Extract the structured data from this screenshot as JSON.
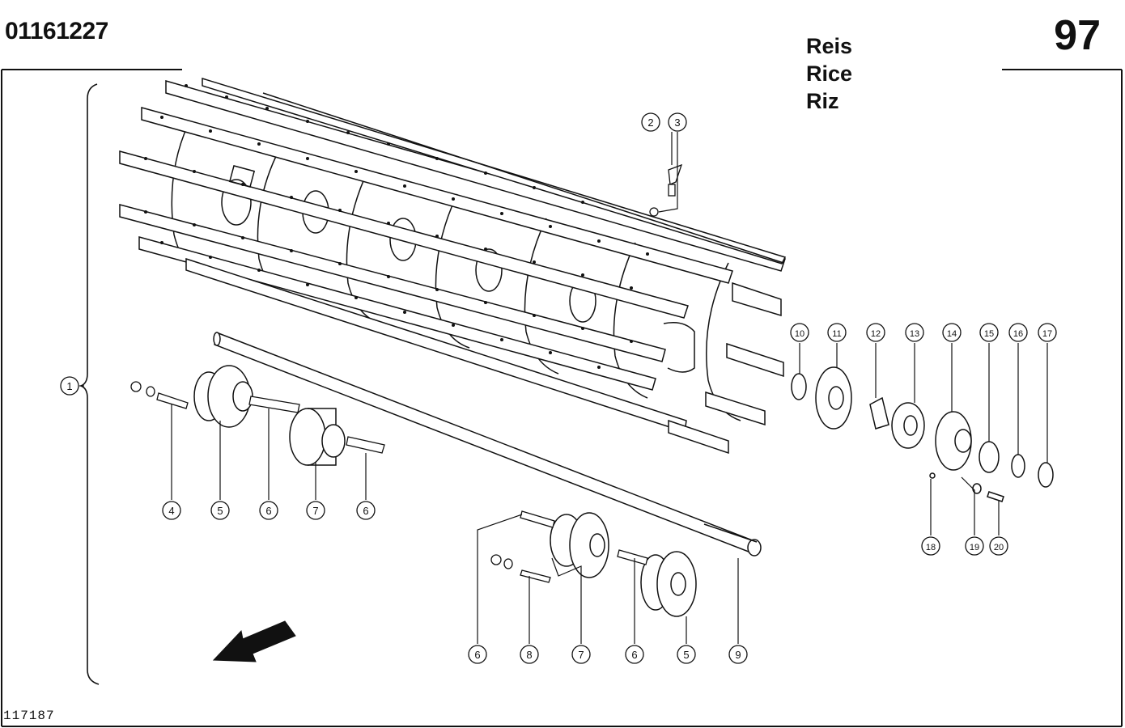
{
  "header": {
    "document_number": "01161227",
    "page_number": "97",
    "variant_labels": [
      "Reis",
      "Rice",
      "Riz"
    ]
  },
  "footer": {
    "drawing_id": "117187"
  },
  "callouts": [
    {
      "label": "1"
    },
    {
      "label": "2"
    },
    {
      "label": "3"
    },
    {
      "label": "4"
    },
    {
      "label": "5"
    },
    {
      "label": "6"
    },
    {
      "label": "7"
    },
    {
      "label": "6"
    },
    {
      "label": "10"
    },
    {
      "label": "11"
    },
    {
      "label": "12"
    },
    {
      "label": "13"
    },
    {
      "label": "14"
    },
    {
      "label": "15"
    },
    {
      "label": "16"
    },
    {
      "label": "17"
    },
    {
      "label": "18"
    },
    {
      "label": "19"
    },
    {
      "label": "20"
    },
    {
      "label": "6"
    },
    {
      "label": "8"
    },
    {
      "label": "7"
    },
    {
      "label": "6"
    },
    {
      "label": "5"
    },
    {
      "label": "9"
    }
  ],
  "icons": {
    "direction": "direction-arrow-icon"
  }
}
